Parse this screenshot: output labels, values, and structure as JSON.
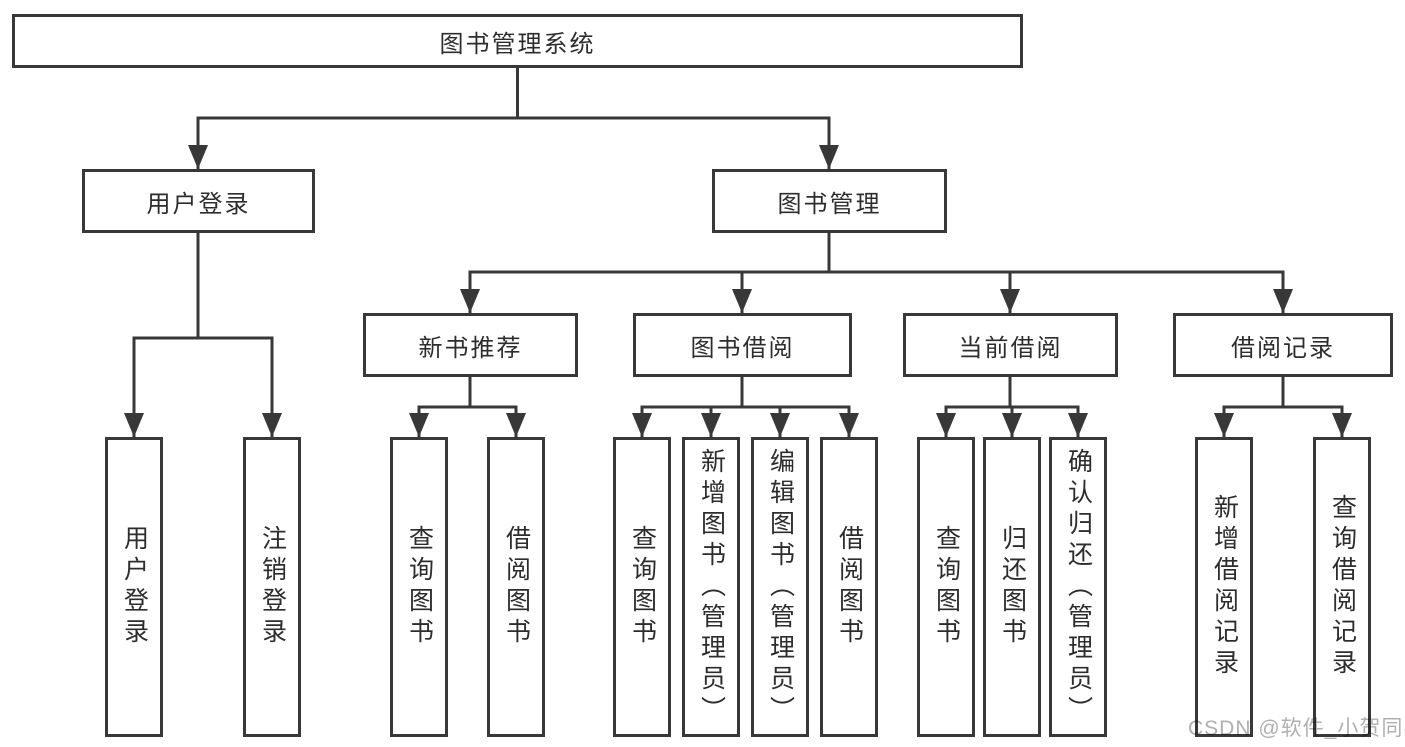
{
  "diagram": {
    "root": {
      "label": "图书管理系统"
    },
    "level2": [
      {
        "label": "用户登录"
      },
      {
        "label": "图书管理"
      }
    ],
    "level3": [
      {
        "label": "新书推荐"
      },
      {
        "label": "图书借阅"
      },
      {
        "label": "当前借阅"
      },
      {
        "label": "借阅记录"
      }
    ],
    "leaves": {
      "user": [
        "用户登录",
        "注销登录"
      ],
      "recommend": [
        "查询图书",
        "借阅图书"
      ],
      "borrow": [
        "查询图书",
        "新增图书（管理员）",
        "编辑图书（管理员）",
        "借阅图书"
      ],
      "current": [
        "查询图书",
        "归还图书",
        "确认归还（管理员）"
      ],
      "records": [
        "新增借阅记录",
        "查询借阅记录"
      ]
    }
  },
  "watermark": "CSDN @软件_小贺同学",
  "colors": {
    "line": "#383838",
    "border": "#383838",
    "text": "#2d2d2d",
    "node_background": "#ffffff",
    "watermark": "#b0b0b0",
    "background": "#ffffff"
  }
}
